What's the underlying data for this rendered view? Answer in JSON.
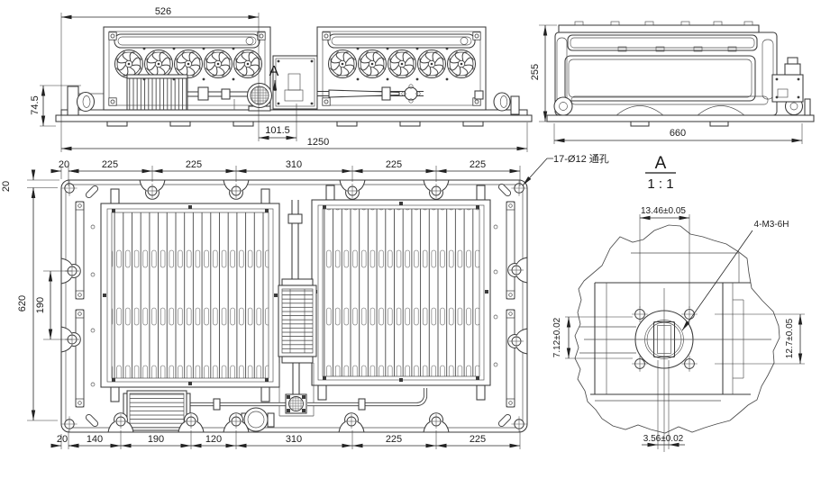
{
  "colors": {
    "background": "#ffffff",
    "line": "#3a3a3a",
    "dimension_text": "#1c1c1c"
  },
  "front_view": {
    "dim_top_width": "526",
    "dim_left_height": "74.5",
    "dim_center_offset": "101.5",
    "dim_total_width": "1250",
    "view_direction_label": "A"
  },
  "side_view": {
    "dim_height": "255",
    "dim_width": "660"
  },
  "plan_view": {
    "hole_callout": "17-Ø12 通孔",
    "dims_top": [
      "20",
      "225",
      "225",
      "310",
      "225",
      "225"
    ],
    "dims_bottom": [
      "20",
      "140",
      "190",
      "120",
      "310",
      "225",
      "225"
    ],
    "dim_left_edge": "20",
    "dim_left_overall": "620",
    "dim_left_spacing": "190"
  },
  "detail_view": {
    "title": "A",
    "scale": "1 : 1",
    "dim_width_top": "13.46±0.05",
    "thread_callout": "4-M3-6H",
    "dim_left": "7.12±0.02",
    "dim_right": "12.7±0.05",
    "dim_bottom": "3.56±0.02"
  }
}
